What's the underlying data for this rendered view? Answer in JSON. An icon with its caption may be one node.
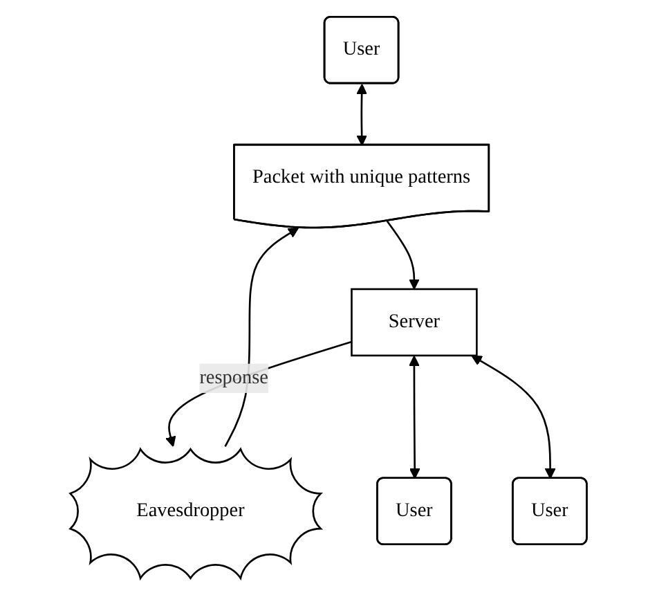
{
  "diagram": {
    "nodes": [
      {
        "text": [
          "User"
        ]
      },
      {
        "text": [
          "Packet with unique patterns"
        ]
      },
      {
        "text": [
          "Eavesdropper"
        ]
      },
      {
        "text": [
          "Server"
        ]
      },
      {
        "text": [
          "User"
        ]
      },
      {
        "text": [
          "User"
        ]
      }
    ],
    "edges": [
      {
        "from": 0,
        "to": 1,
        "arrow": "both"
      },
      {
        "from": 2,
        "to": 1,
        "arrow": "to"
      },
      {
        "from": 1,
        "to": 3,
        "arrow": "to"
      },
      {
        "from": 3,
        "to": 2,
        "arrow": "to",
        "label": "response"
      },
      {
        "from": 3,
        "to": 4,
        "arrow": "both"
      },
      {
        "from": 3,
        "to": 5,
        "arrow": "both"
      }
    ]
  }
}
